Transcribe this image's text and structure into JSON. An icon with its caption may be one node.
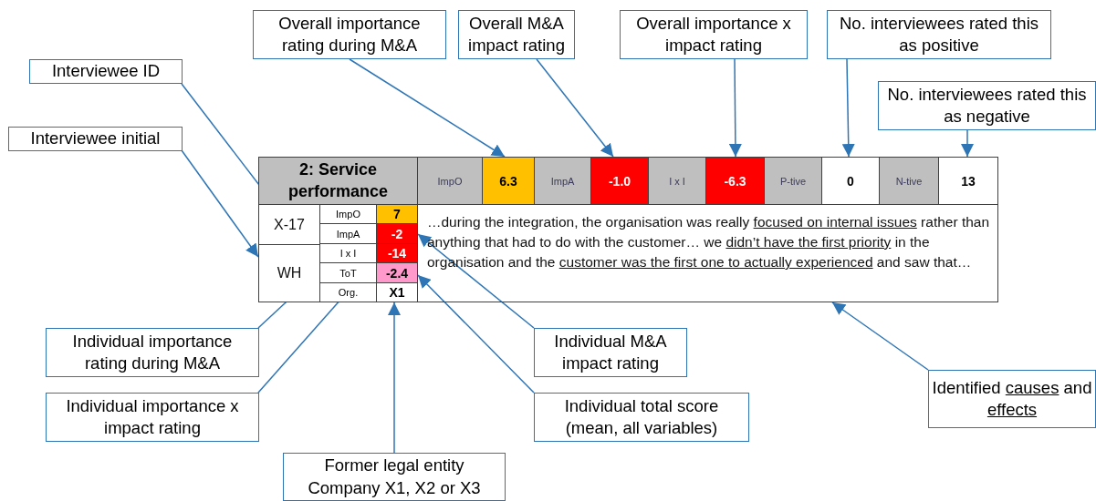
{
  "diagram": {
    "nodes": [
      {
        "text": [
          "Overall importance rating during M&A"
        ]
      },
      {
        "text": [
          "Overall M&A impact rating"
        ]
      },
      {
        "text": [
          "Overall importance x impact rating"
        ]
      },
      {
        "text": [
          "No. interviewees rated this as positive"
        ]
      },
      {
        "text": [
          "Interviewee ID"
        ]
      },
      {
        "text": [
          "No. interviewees rated this as negative"
        ]
      },
      {
        "text": [
          "Interviewee initial"
        ]
      },
      {
        "text": [
          "2: Service performance"
        ]
      },
      {
        "text": [
          "ImpO"
        ]
      },
      {
        "text": [
          "6.3"
        ]
      },
      {
        "text": [
          "ImpA"
        ]
      },
      {
        "text": [
          "-1.0"
        ]
      },
      {
        "text": [
          "I x I"
        ]
      },
      {
        "text": [
          "-6.3"
        ]
      },
      {
        "text": [
          "P-tive"
        ]
      },
      {
        "text": [
          "0"
        ]
      },
      {
        "text": [
          "N-tive"
        ]
      },
      {
        "text": [
          "13"
        ]
      },
      {
        "text": [
          "X-17"
        ]
      },
      {
        "text": [
          "WH"
        ]
      },
      {
        "text": [
          "ImpO"
        ]
      },
      {
        "text": [
          "7"
        ]
      },
      {
        "text": [
          "ImpA"
        ]
      },
      {
        "text": [
          "-2"
        ]
      },
      {
        "text": [
          "I x I"
        ]
      },
      {
        "text": [
          "-14"
        ]
      },
      {
        "text": [
          "ToT"
        ]
      },
      {
        "text": [
          "-2.4"
        ]
      },
      {
        "text": [
          "Org."
        ]
      },
      {
        "text": [
          "X1"
        ]
      },
      {
        "text": [
          "…during the integration, the organisation was really *focused on internal issues* rather than anything that had to do with the customer… we *didn’t have the first priority* in the organisation and the *customer was the first one to actually experienced* and saw that…"
        ]
      },
      {
        "text": [
          "Individual importance rating during M&A"
        ]
      },
      {
        "text": [
          "Individual M&A impact rating"
        ]
      },
      {
        "text": [
          "Individual importance x impact rating"
        ]
      },
      {
        "text": [
          "Individual total score (mean, all variables)"
        ]
      },
      {
        "text": [
          "Identified *causes* and *effects*"
        ]
      },
      {
        "text": [
          "Former legal entity Company X1, X2 or X3"
        ]
      }
    ],
    "edges": [
      {
        "from": 0,
        "to": 9,
        "arrow": "to"
      },
      {
        "from": 1,
        "to": 11,
        "arrow": "to"
      },
      {
        "from": 2,
        "to": 13,
        "arrow": "to"
      },
      {
        "from": 3,
        "to": 15,
        "arrow": "to"
      },
      {
        "from": 4,
        "to": 18,
        "arrow": "to"
      },
      {
        "from": 5,
        "to": 17,
        "arrow": "to"
      },
      {
        "from": 6,
        "to": 19,
        "arrow": "to"
      },
      {
        "from": 31,
        "to": 21,
        "arrow": "to"
      },
      {
        "from": 32,
        "to": 23,
        "arrow": "to"
      },
      {
        "from": 33,
        "to": 25,
        "arrow": "to"
      },
      {
        "from": 34,
        "to": 27,
        "arrow": "to"
      },
      {
        "from": 35,
        "to": 30,
        "arrow": "to"
      },
      {
        "from": 36,
        "to": 29,
        "arrow": "to"
      }
    ]
  }
}
